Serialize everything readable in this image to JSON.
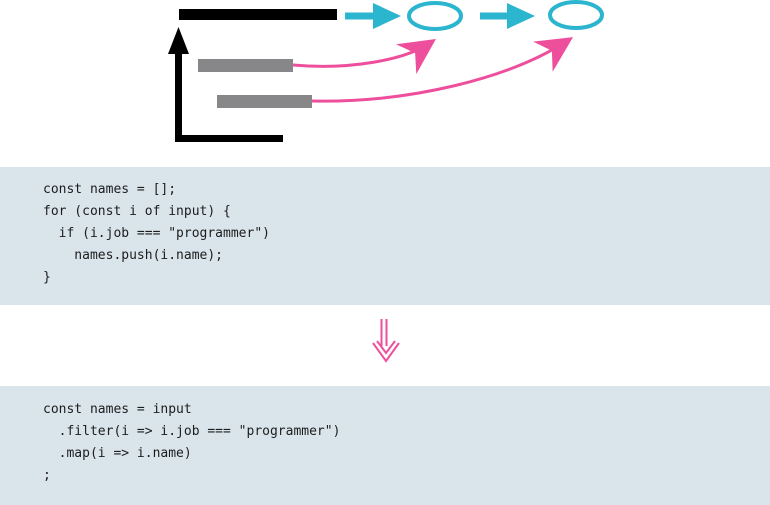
{
  "colors": {
    "black": "#000000",
    "gray": "#87878a",
    "cyan": "#2bb5ce",
    "pink": "#ee4f9c",
    "code_background": "#d9e5ea",
    "code_text": "#1d1d1f"
  },
  "diagram": {
    "icons": [
      "black-bar",
      "axis-up-arrow-icon",
      "gray-bar-1",
      "gray-bar-2",
      "right-arrow-icon-1",
      "ellipse-node-1",
      "right-arrow-icon-2",
      "ellipse-node-2",
      "curved-arrow-icon-1",
      "curved-arrow-icon-2",
      "double-down-arrow-icon"
    ]
  },
  "code_block_1": {
    "lines": [
      "const names = [];",
      "for (const i of input) {",
      "  if (i.job === \"programmer\")",
      "    names.push(i.name);",
      "}"
    ]
  },
  "code_block_2": {
    "lines": [
      "const names = input",
      "  .filter(i => i.job === \"programmer\")",
      "  .map(i => i.name)",
      ";"
    ]
  }
}
